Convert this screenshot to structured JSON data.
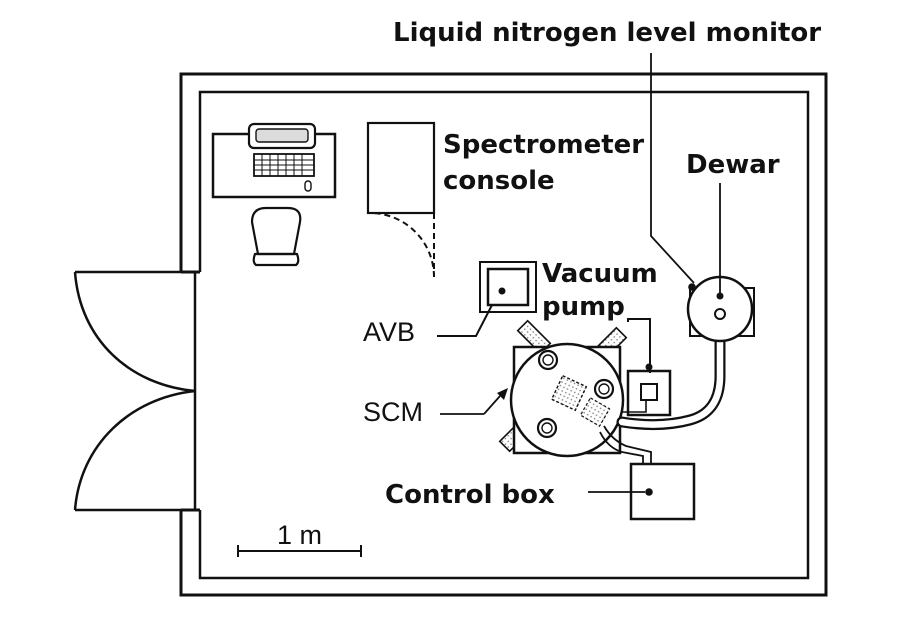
{
  "labels": {
    "ln2_monitor": "Liquid nitrogen level monitor",
    "spectrometer_line1": "Spectrometer",
    "spectrometer_line2": "console",
    "dewar": "Dewar",
    "vacuum_line1": "Vacuum",
    "vacuum_line2": "pump",
    "avb": "AVB",
    "scm": "SCM",
    "control_box": "Control box",
    "scale": "1 m"
  },
  "colors": {
    "ink": "#111111",
    "screen_fill": "#dcdcdc",
    "dot_fill": "#c8c8c8",
    "paper": "#ffffff"
  }
}
